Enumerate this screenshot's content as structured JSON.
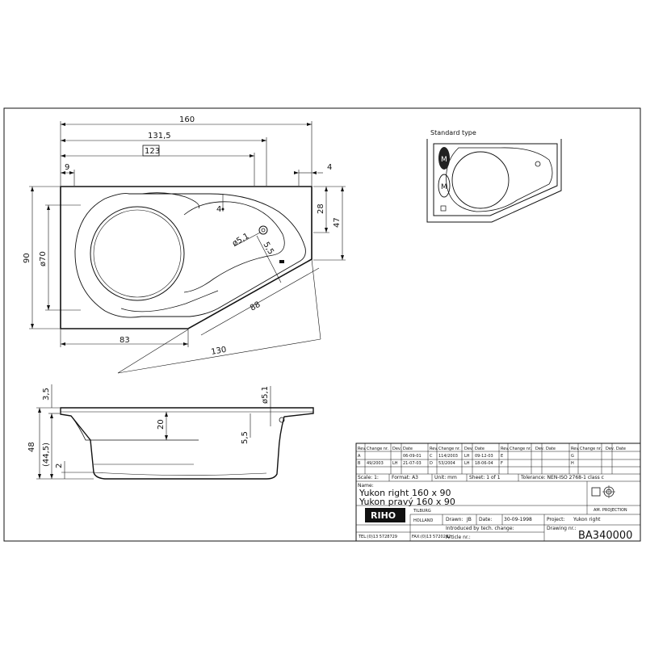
{
  "plan": {
    "dims": {
      "overall_length": "160",
      "length_131": "131,5",
      "boxed_123": "123",
      "nine": "9",
      "four_right": "4",
      "four_inner": "4",
      "twenty_eight": "28",
      "forty_seven": "47",
      "ninety": "90",
      "dia_70": "ø70",
      "dia_5_1": "ø5,1",
      "five_five": "5,5",
      "eighty_eight": "88",
      "eighty_three": "83",
      "one_thirty": "130"
    }
  },
  "standard_type": {
    "title": "Standard type",
    "motor_label_1": "M",
    "motor_label_2": "M"
  },
  "section": {
    "dims": {
      "three_five": "3,5",
      "forty_eight": "48",
      "forty_four_five": "(44,5)",
      "two": "2",
      "twenty": "20",
      "five_five": "5,5",
      "dia_5_1": "ø5,1"
    }
  },
  "title_block": {
    "rev_headers": [
      "Rev.",
      "Change nr.",
      "Dev.",
      "Date"
    ],
    "revisions": [
      {
        "rev": "A",
        "change": "",
        "dev": "",
        "date": "06-09-01"
      },
      {
        "rev": "B",
        "change": "49/2003",
        "dev": "LH",
        "date": "21-07-03"
      },
      {
        "rev": "C",
        "change": "114/2003",
        "dev": "LH",
        "date": "09-12-03"
      },
      {
        "rev": "D",
        "change": "53/2004",
        "dev": "LH",
        "date": "18-06-04"
      },
      {
        "rev": "E",
        "change": "",
        "dev": "",
        "date": ""
      },
      {
        "rev": "F",
        "change": "",
        "dev": "",
        "date": ""
      },
      {
        "rev": "G",
        "change": "",
        "dev": "",
        "date": ""
      },
      {
        "rev": "H",
        "change": "",
        "dev": "",
        "date": ""
      }
    ],
    "scale": "Scale:  1:",
    "format": "Format: A3",
    "unit": "Unit:  mm",
    "sheet": "Sheet:  1  of  1",
    "tolerance": "Tolerance:  NEN-ISO 2768-1 class c",
    "name_label": "Name:",
    "name_line1": "Yukon  right     160  x  90",
    "name_line2": "Yukon  pravý     160  x  90",
    "projection": "AM. PROJECTION",
    "brand": "RIHO",
    "city": "TILBURG",
    "country": "HOLLAND",
    "tel": "TEL:(0)13  5728729",
    "fax": "FAX:(0)13  5720262",
    "drawn_label": "Drawn:",
    "drawn_value": "JB",
    "date_label": "Date:",
    "date_value": "30-09-1998",
    "project_label": "Project:",
    "project_value": "Yukon right",
    "introduced": "Introduced by tech. change:",
    "article": "Article nr.:",
    "drawing_label": "Drawing nr.:",
    "drawing_value": "BA340000"
  }
}
